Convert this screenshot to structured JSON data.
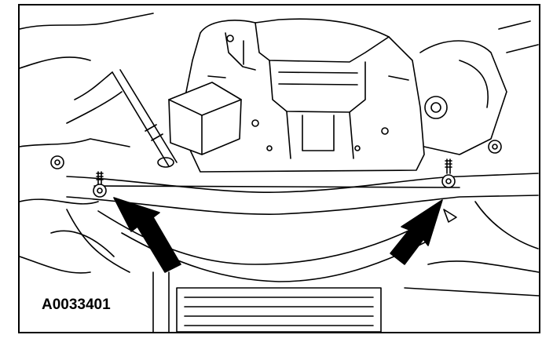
{
  "figure": {
    "label": "A0033401",
    "ink_color": "#000000",
    "paper_color": "#ffffff"
  },
  "callouts": [
    {
      "icon": "arrow-icon",
      "points_to": "left-bolt"
    },
    {
      "icon": "arrow-icon",
      "points_to": "right-bolt"
    }
  ]
}
